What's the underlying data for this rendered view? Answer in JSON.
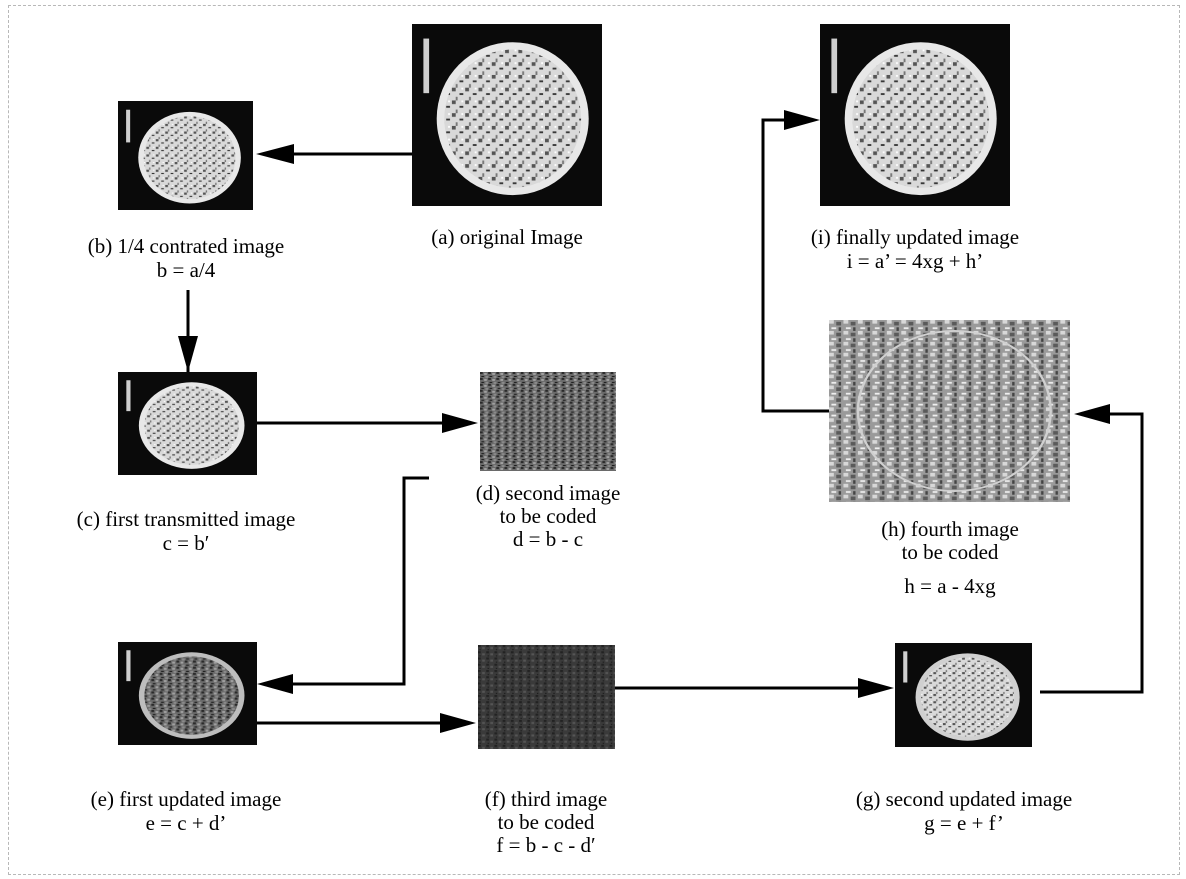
{
  "nodes": {
    "a": {
      "caption": "(a) original Image",
      "kind": "scan"
    },
    "b": {
      "caption": "(b) 1/4 contrated image",
      "formula": "b = a/4",
      "kind": "scan"
    },
    "c": {
      "caption": "(c) first transmitted image",
      "formula": "c = b′",
      "kind": "scan"
    },
    "d": {
      "caption": "(d) second image",
      "caption2": "to be coded",
      "formula": "d = b - c",
      "kind": "noise"
    },
    "e": {
      "caption": "(e) first updated image",
      "formula": "e = c + d’",
      "kind": "scan"
    },
    "f": {
      "caption": "(f) third image",
      "caption2": "to be coded",
      "formula": "f = b - c - d′",
      "kind": "noise-dark"
    },
    "g": {
      "caption": "(g) second updated image",
      "formula": "g = e + f’",
      "kind": "scan"
    },
    "h": {
      "caption": "(h) fourth image",
      "caption2": "to be coded",
      "formula": "h = a - 4xg",
      "kind": "noise-light"
    },
    "i": {
      "caption": "(i) finally updated image",
      "formula": "i = a’ = 4xg + h’",
      "kind": "scan"
    }
  },
  "edges": [
    {
      "from": "a",
      "to": "b"
    },
    {
      "from": "b",
      "to": "c"
    },
    {
      "from": "c",
      "to": "d"
    },
    {
      "from": "d",
      "to": "e"
    },
    {
      "from": "e",
      "to": "f"
    },
    {
      "from": "f",
      "to": "g"
    },
    {
      "from": "g",
      "to": "h"
    },
    {
      "from": "h",
      "to": "i"
    }
  ]
}
